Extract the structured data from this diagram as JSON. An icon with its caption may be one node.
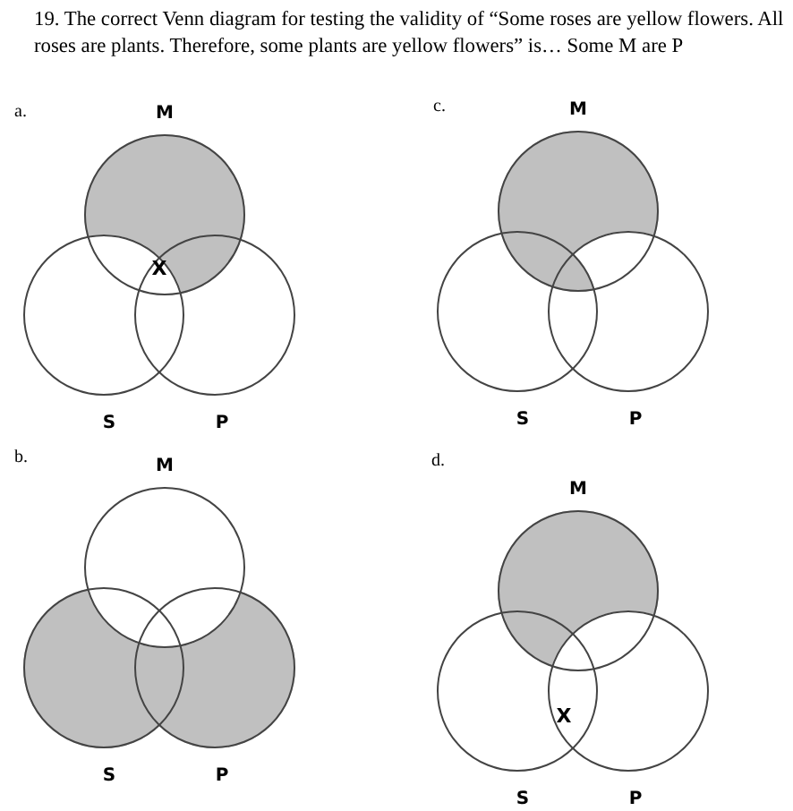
{
  "diagram": {
    "title": "19. The correct Venn diagram for testing the validity of “Some roses are yellow flowers. All roses are plants. Therefore, some plants are yellow flowers” is… Some M are P",
    "nodes": [
      {
        "text": [
          "M"
        ]
      },
      {
        "text": [
          "S"
        ]
      },
      {
        "text": [
          "P"
        ]
      },
      {
        "text": [
          "M"
        ]
      },
      {
        "text": [
          "S"
        ]
      },
      {
        "text": [
          "P"
        ]
      },
      {
        "text": [
          "M"
        ]
      },
      {
        "text": [
          "S"
        ]
      },
      {
        "text": [
          "P"
        ]
      },
      {
        "text": [
          "M"
        ]
      },
      {
        "text": [
          "S"
        ]
      },
      {
        "text": [
          "P"
        ]
      }
    ],
    "labels": [
      "a.",
      "c.",
      "b.",
      "d.",
      "X",
      "X"
    ]
  }
}
